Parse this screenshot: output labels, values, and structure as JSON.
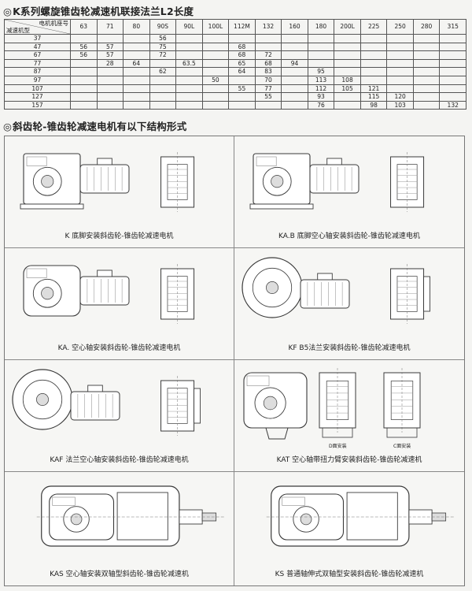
{
  "headings": {
    "ring": "◎",
    "table_title": "K系列螺旋锥齿轮减速机联接法兰L2长度",
    "types_title": "斜齿轮-锥齿轮减速电机有以下结构形式"
  },
  "table": {
    "corner_top": "电机机座号",
    "corner_bottom": "减速机型",
    "frames": [
      "63",
      "71",
      "80",
      "90S",
      "90L",
      "100L",
      "112M",
      "132",
      "160",
      "180",
      "200L",
      "225",
      "250",
      "280",
      "315"
    ],
    "rows": [
      {
        "model": "37",
        "cells": [
          {
            "c": 3,
            "v": "56"
          }
        ]
      },
      {
        "model": "47",
        "cells": [
          {
            "c": 0,
            "v": "56"
          },
          {
            "c": 1,
            "v": "57"
          },
          {
            "c": 3,
            "v": "75"
          },
          {
            "c": 6,
            "v": "68"
          }
        ]
      },
      {
        "model": "67",
        "cells": [
          {
            "c": 0,
            "v": "56"
          },
          {
            "c": 1,
            "v": "57"
          },
          {
            "c": 3,
            "v": "72"
          },
          {
            "c": 6,
            "v": "68"
          },
          {
            "c": 7,
            "v": "72"
          }
        ]
      },
      {
        "model": "77",
        "cells": [
          {
            "c": 1,
            "v": "28"
          },
          {
            "c": 2,
            "v": "64"
          },
          {
            "c": 4,
            "v": "63.5"
          },
          {
            "c": 6,
            "v": "65"
          },
          {
            "c": 7,
            "v": "68"
          },
          {
            "c": 8,
            "v": "94"
          }
        ]
      },
      {
        "model": "87",
        "cells": [
          {
            "c": 3,
            "v": "62"
          },
          {
            "c": 6,
            "v": "64"
          },
          {
            "c": 7,
            "v": "83"
          },
          {
            "c": 9,
            "v": "95"
          }
        ]
      },
      {
        "model": "97",
        "cells": [
          {
            "c": 5,
            "v": "50"
          },
          {
            "c": 7,
            "v": "70"
          },
          {
            "c": 9,
            "v": "113"
          },
          {
            "c": 10,
            "v": "108"
          }
        ]
      },
      {
        "model": "107",
        "cells": [
          {
            "c": 6,
            "v": "55"
          },
          {
            "c": 7,
            "v": "77"
          },
          {
            "c": 9,
            "v": "112"
          },
          {
            "c": 10,
            "v": "105"
          },
          {
            "c": 11,
            "v": "121"
          }
        ]
      },
      {
        "model": "127",
        "cells": [
          {
            "c": 7,
            "v": "55"
          },
          {
            "c": 9,
            "v": "93"
          },
          {
            "c": 11,
            "v": "115"
          },
          {
            "c": 12,
            "v": "120"
          }
        ]
      },
      {
        "model": "157",
        "cells": [
          {
            "c": 9,
            "v": "76"
          },
          {
            "c": 11,
            "v": "98"
          },
          {
            "c": 12,
            "v": "103"
          },
          {
            "c": 14,
            "v": "132"
          }
        ]
      }
    ]
  },
  "types": [
    {
      "code": "K",
      "caption": "K  底脚安装斜齿轮-锥齿轮减速电机",
      "variant": "foot"
    },
    {
      "code": "KA.B",
      "caption": "KA.B  底脚空心轴安装斜齿轮-锥齿轮减速电机",
      "variant": "foot"
    },
    {
      "code": "KA",
      "caption": "KA.  空心轴安装斜齿轮-锥齿轮减速电机",
      "variant": "hollow"
    },
    {
      "code": "KF",
      "caption": "KF  B5法兰安装斜齿轮-锥齿轮减速电机",
      "variant": "flange"
    },
    {
      "code": "KAF",
      "caption": "KAF  法兰空心轴安装斜齿轮-锥齿轮减速电机",
      "variant": "flange"
    },
    {
      "code": "KAT",
      "caption": "KAT  空心轴带扭力臂安装斜齿轮-锥齿轮减速机",
      "variant": "arm"
    },
    {
      "code": "KAS",
      "caption": "KAS  空心轴安装双轴型斜齿轮-锥齿轮减速机",
      "variant": "double"
    },
    {
      "code": "KS",
      "caption": "KS  普通轴伸式双轴型安装斜齿轮-锥齿轮减速机",
      "variant": "double"
    }
  ],
  "kat_labels": {
    "d_side": "D面安装",
    "c_side": "C面安装"
  },
  "colors": {
    "ink": "#3a3a3a",
    "paper": "#f6f6f4",
    "shade": "#9a9a9a"
  }
}
